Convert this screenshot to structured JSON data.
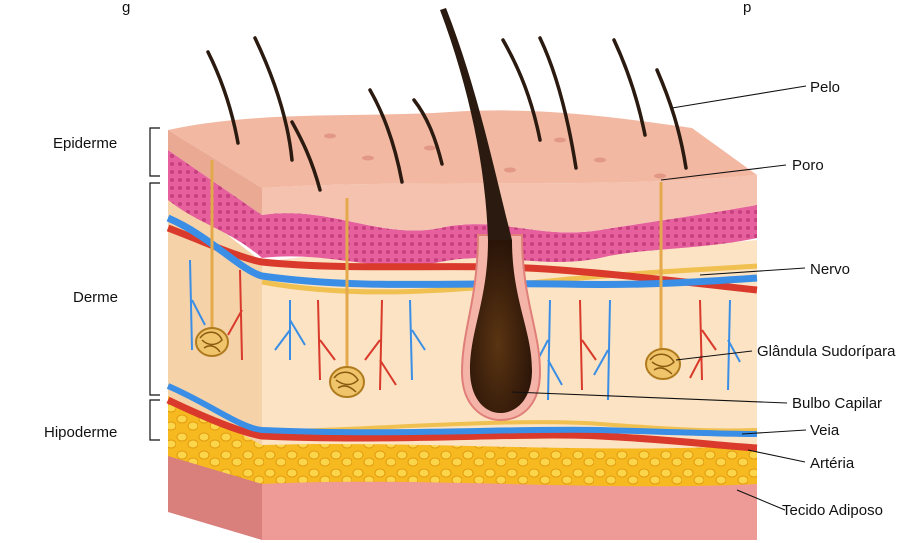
{
  "header_text": "g                                                                                                                                                   p",
  "layers": [
    {
      "key": "epiderme",
      "label": "Epiderme"
    },
    {
      "key": "derme",
      "label": "Derme"
    },
    {
      "key": "hipoderme",
      "label": "Hipoderme"
    }
  ],
  "structures": [
    {
      "key": "pelo",
      "label": "Pelo"
    },
    {
      "key": "poro",
      "label": "Poro"
    },
    {
      "key": "nervo",
      "label": "Nervo"
    },
    {
      "key": "glandula",
      "label": "Glândula Sudorípara"
    },
    {
      "key": "bulbo",
      "label": "Bulbo Capilar"
    },
    {
      "key": "veia",
      "label": "Veia"
    },
    {
      "key": "arteria",
      "label": "Artéria"
    },
    {
      "key": "tecido",
      "label": "Tecido Adiposo"
    }
  ],
  "colors": {
    "epidermis": "#f2b8a2",
    "dermis": "#fbe3c3",
    "papillary": "#e5609d",
    "adipose": "#f6b91f",
    "muscle": "#ee9a96",
    "hair": "#2b1a0f",
    "vein": "#3a8ee6",
    "artery": "#d93a2b",
    "nerve": "#f0c050"
  }
}
